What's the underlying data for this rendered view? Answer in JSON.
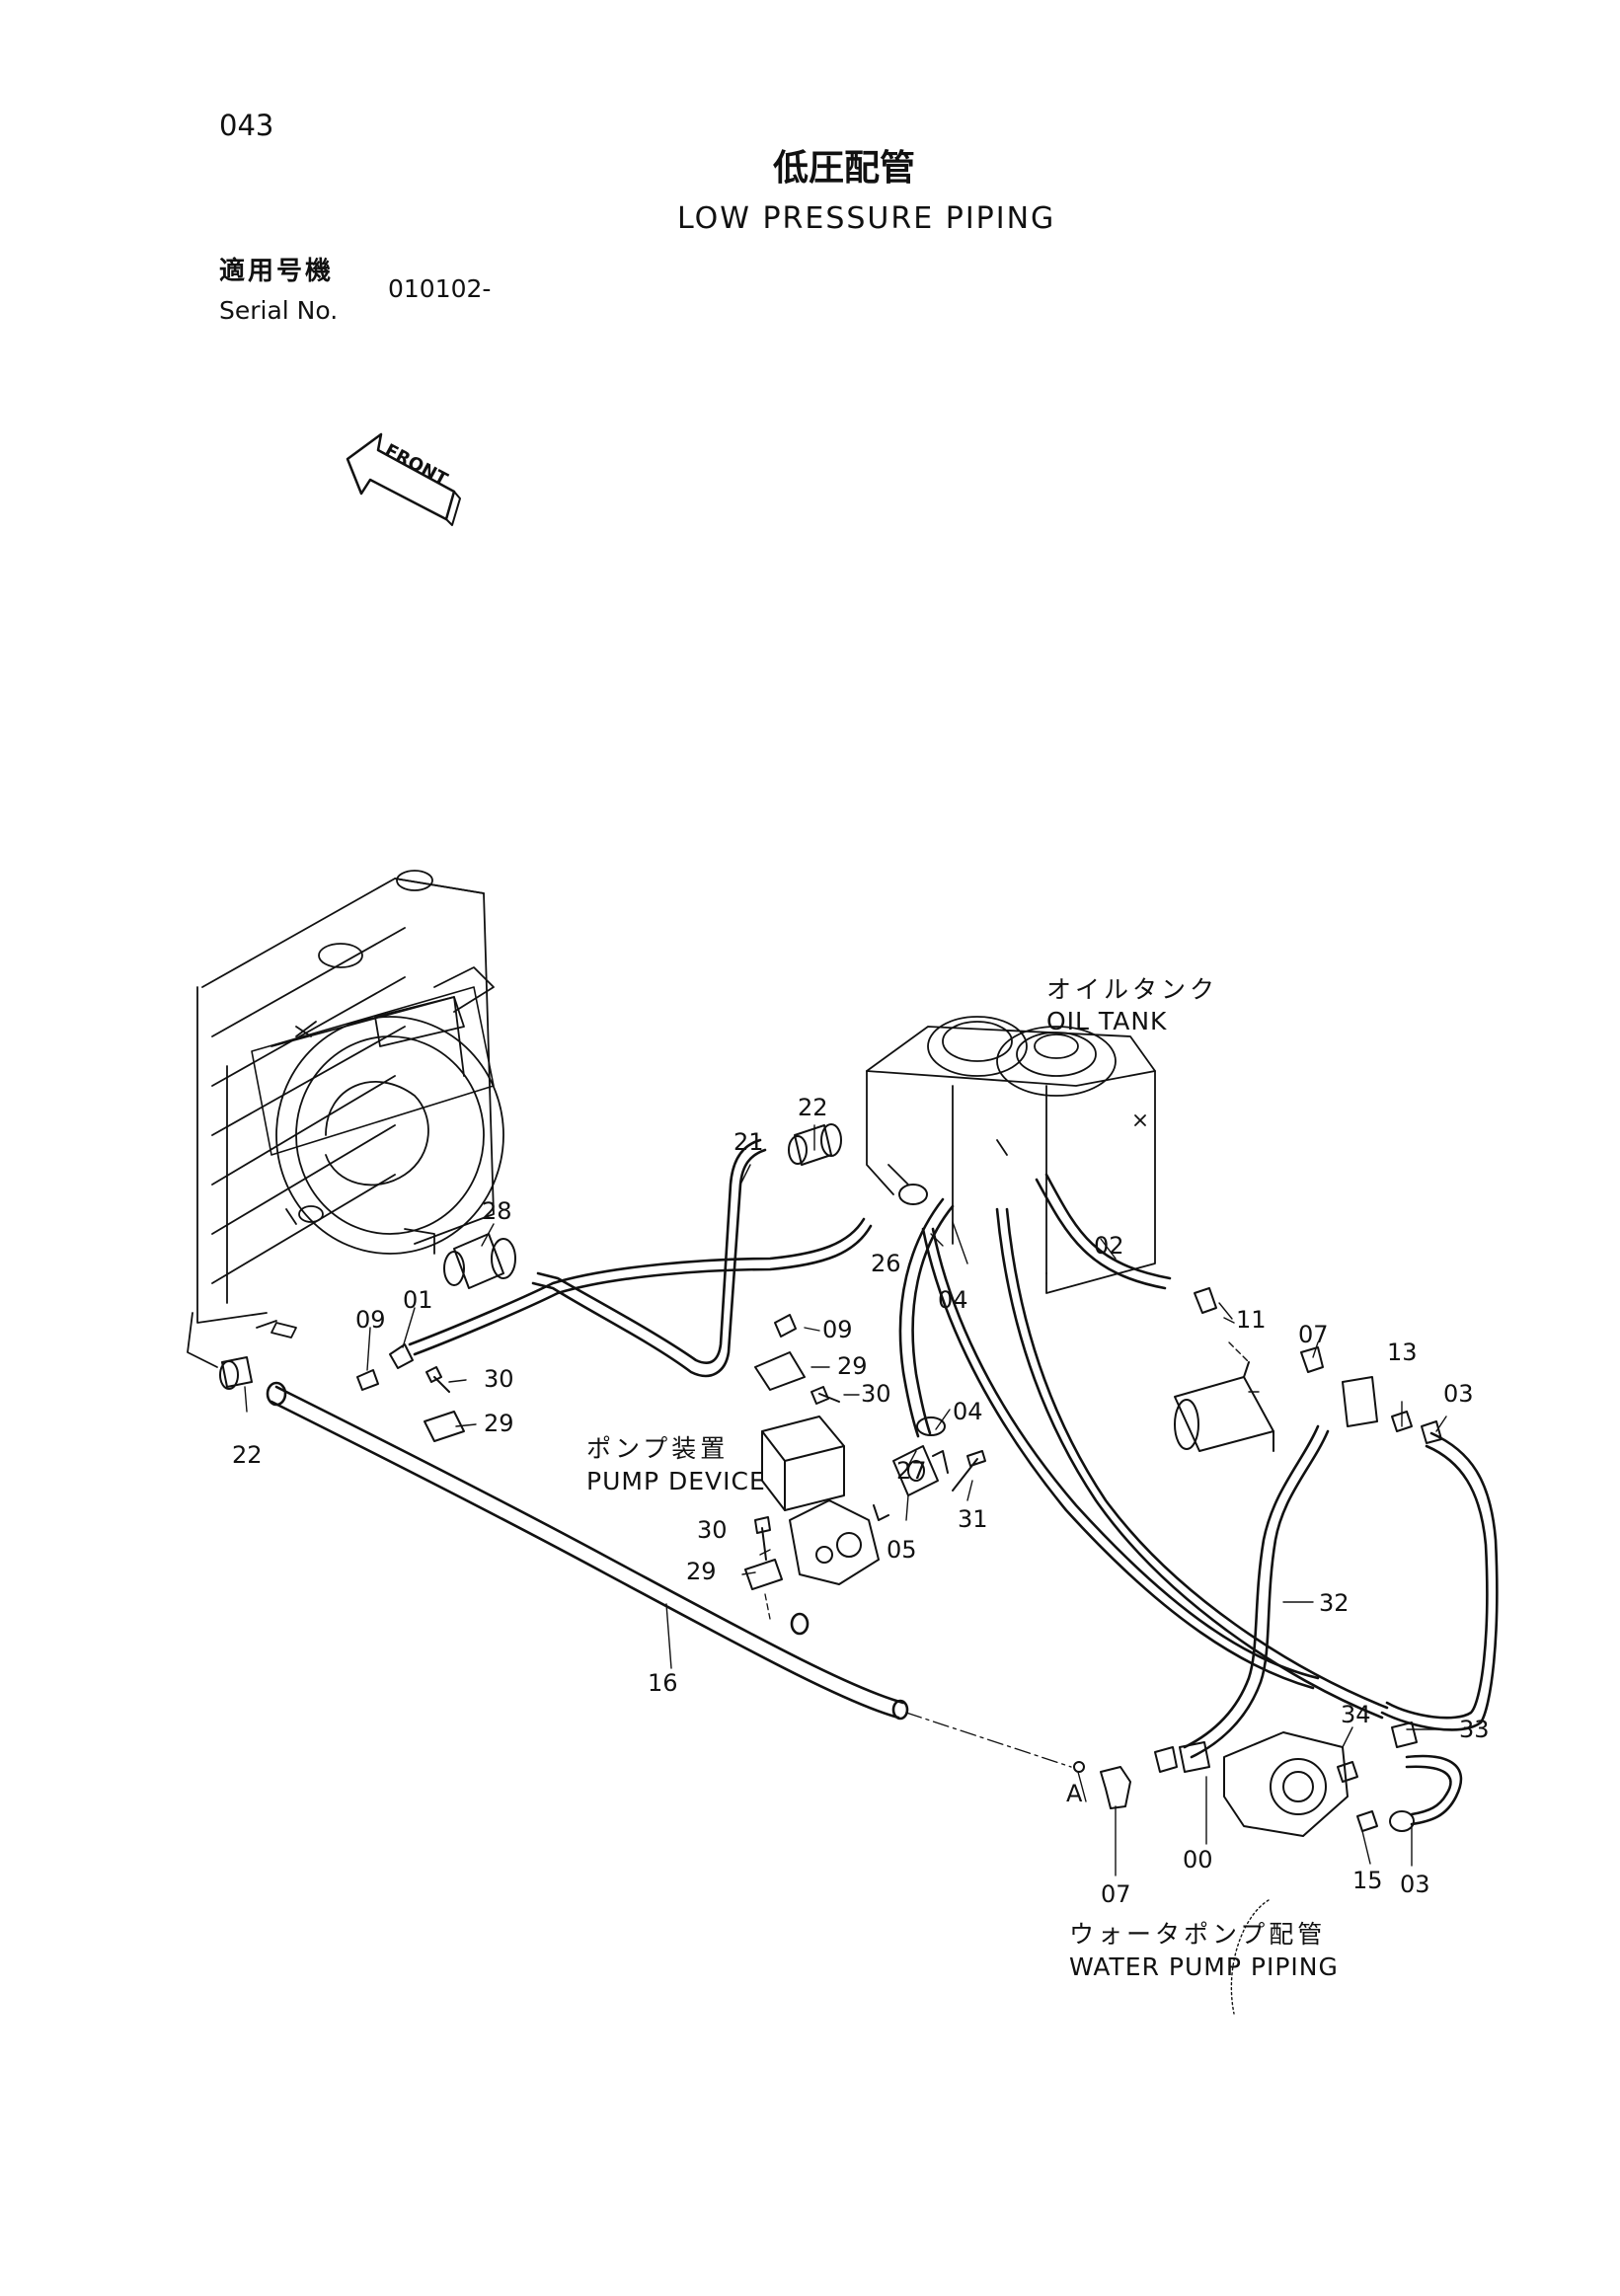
{
  "page": {
    "number": "043",
    "title_jp": "低圧配管",
    "title_en": "LOW PRESSURE PIPING",
    "serial_label_jp": "適用号機",
    "serial_label_en": "Serial No.",
    "serial_value": "010102-"
  },
  "diagram": {
    "front_arrow_label": "FRONT",
    "labels": {
      "oil_tank_jp": "オイルタンク",
      "oil_tank_en": "OIL TANK",
      "pump_device_jp": "ポンプ装置",
      "pump_device_en": "PUMP DEVICE",
      "water_pump_jp": "ウォータポンプ配管",
      "water_pump_en": "WATER PUMP PIPING",
      "view_a": "A"
    },
    "callouts": [
      "22",
      "21",
      "28",
      "01",
      "09",
      "30",
      "29",
      "22",
      "09",
      "29",
      "30",
      "04",
      "26",
      "04",
      "02",
      "11",
      "07",
      "13",
      "03",
      "27",
      "31",
      "05",
      "30",
      "29",
      "16",
      "32",
      "34",
      "33",
      "00",
      "07",
      "15",
      "03"
    ]
  }
}
